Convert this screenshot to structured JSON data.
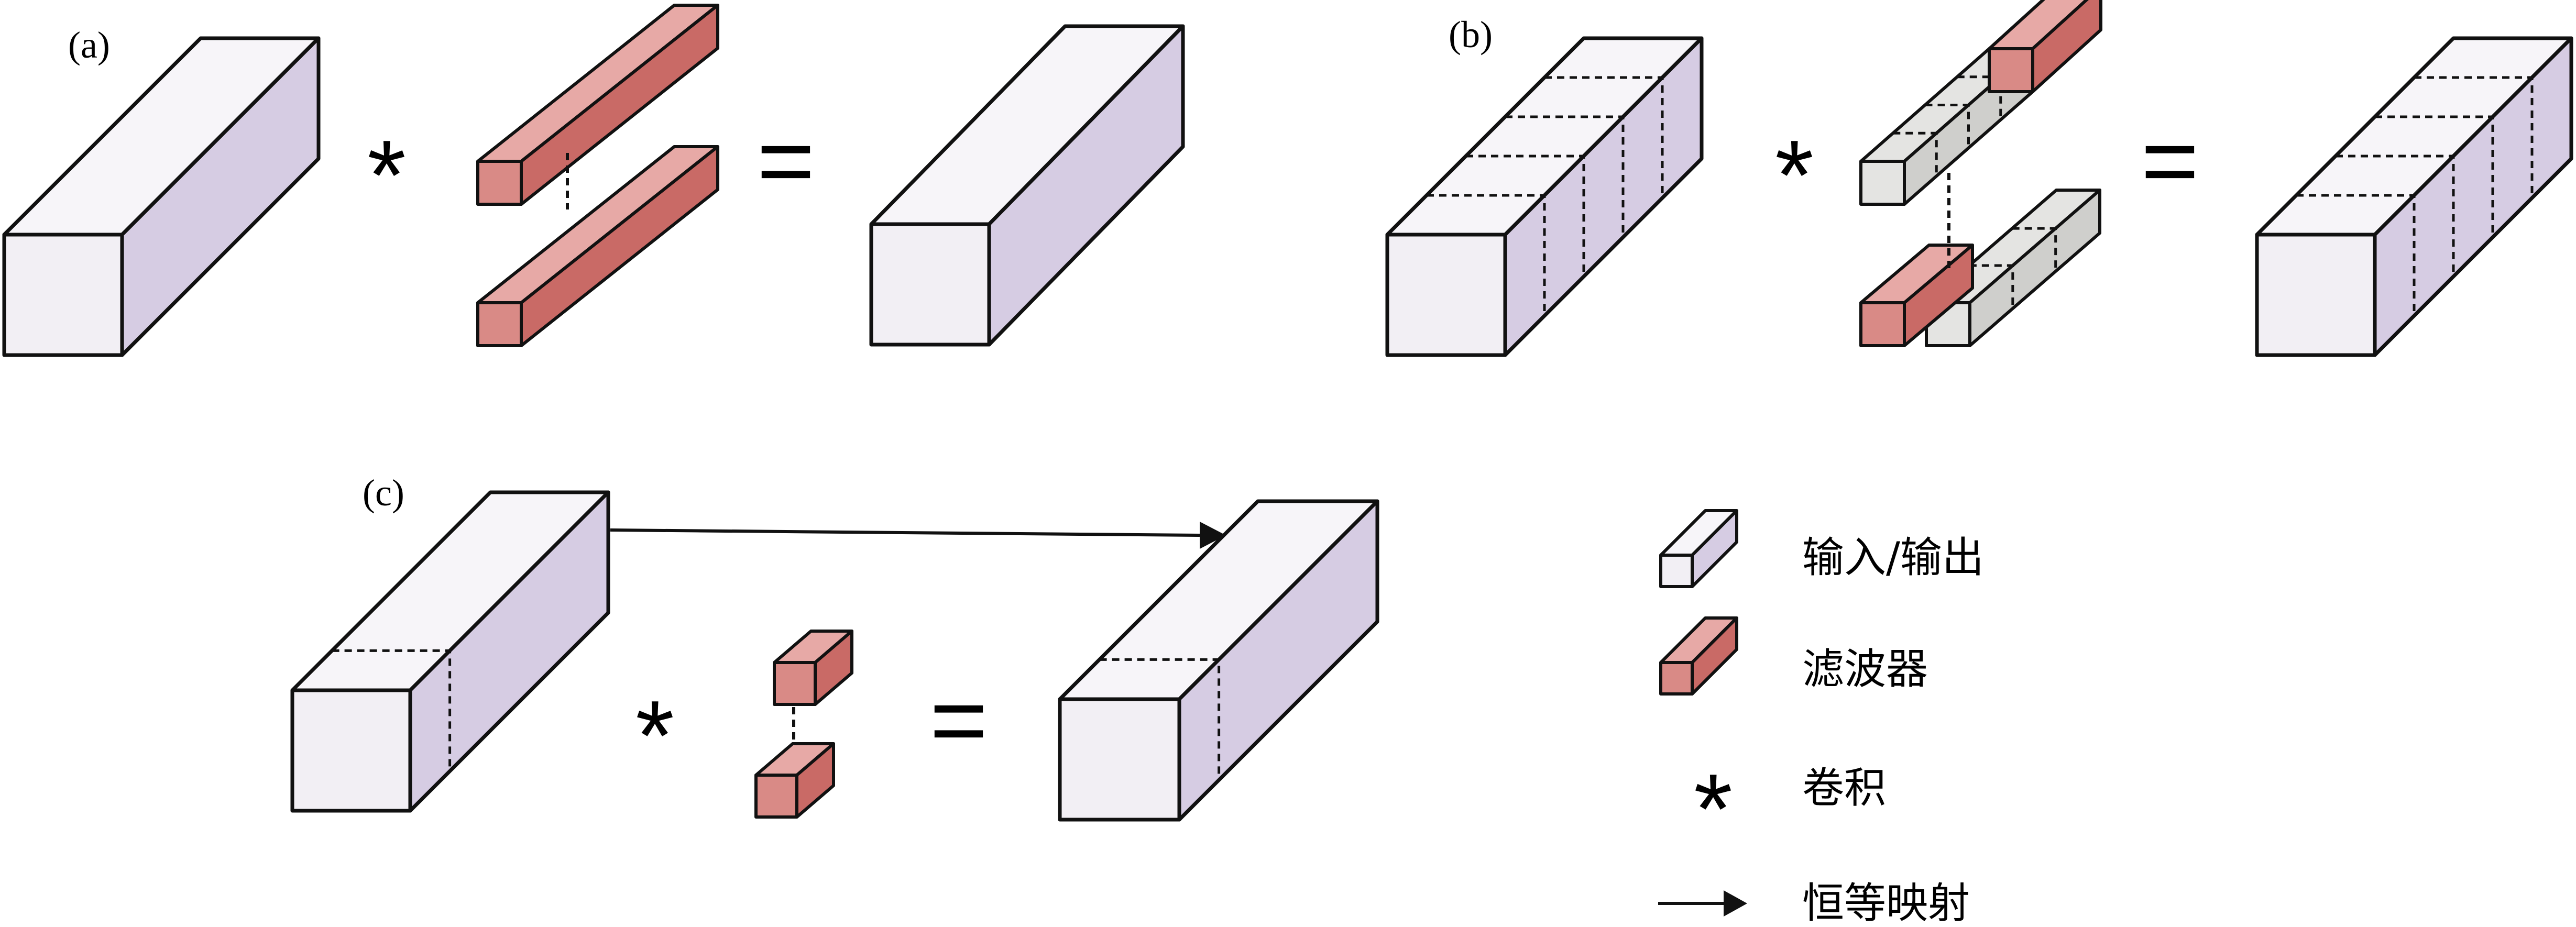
{
  "panels": [
    {
      "label": "(a)"
    },
    {
      "label": "(b)"
    },
    {
      "label": "(c)"
    }
  ],
  "operators": {
    "convolution_symbol": "*",
    "equals_symbol": "="
  },
  "legend": [
    {
      "icon": "input-output-cuboid-icon",
      "text": "输入/输出"
    },
    {
      "icon": "filter-cuboid-icon",
      "text": "滤波器"
    },
    {
      "icon": "asterisk-icon",
      "text": "卷积"
    },
    {
      "icon": "arrow-right-icon",
      "text": "恒等映射"
    }
  ],
  "colors": {
    "io_front": "#f2eff4",
    "io_top": "#f7f5f9",
    "io_side": "#d6cce3",
    "filter_front": "#d98a86",
    "filter_top": "#e7a9a6",
    "filter_side": "#c96a66",
    "filter_neutral": "#e4e4e2",
    "stroke": "#111111"
  }
}
